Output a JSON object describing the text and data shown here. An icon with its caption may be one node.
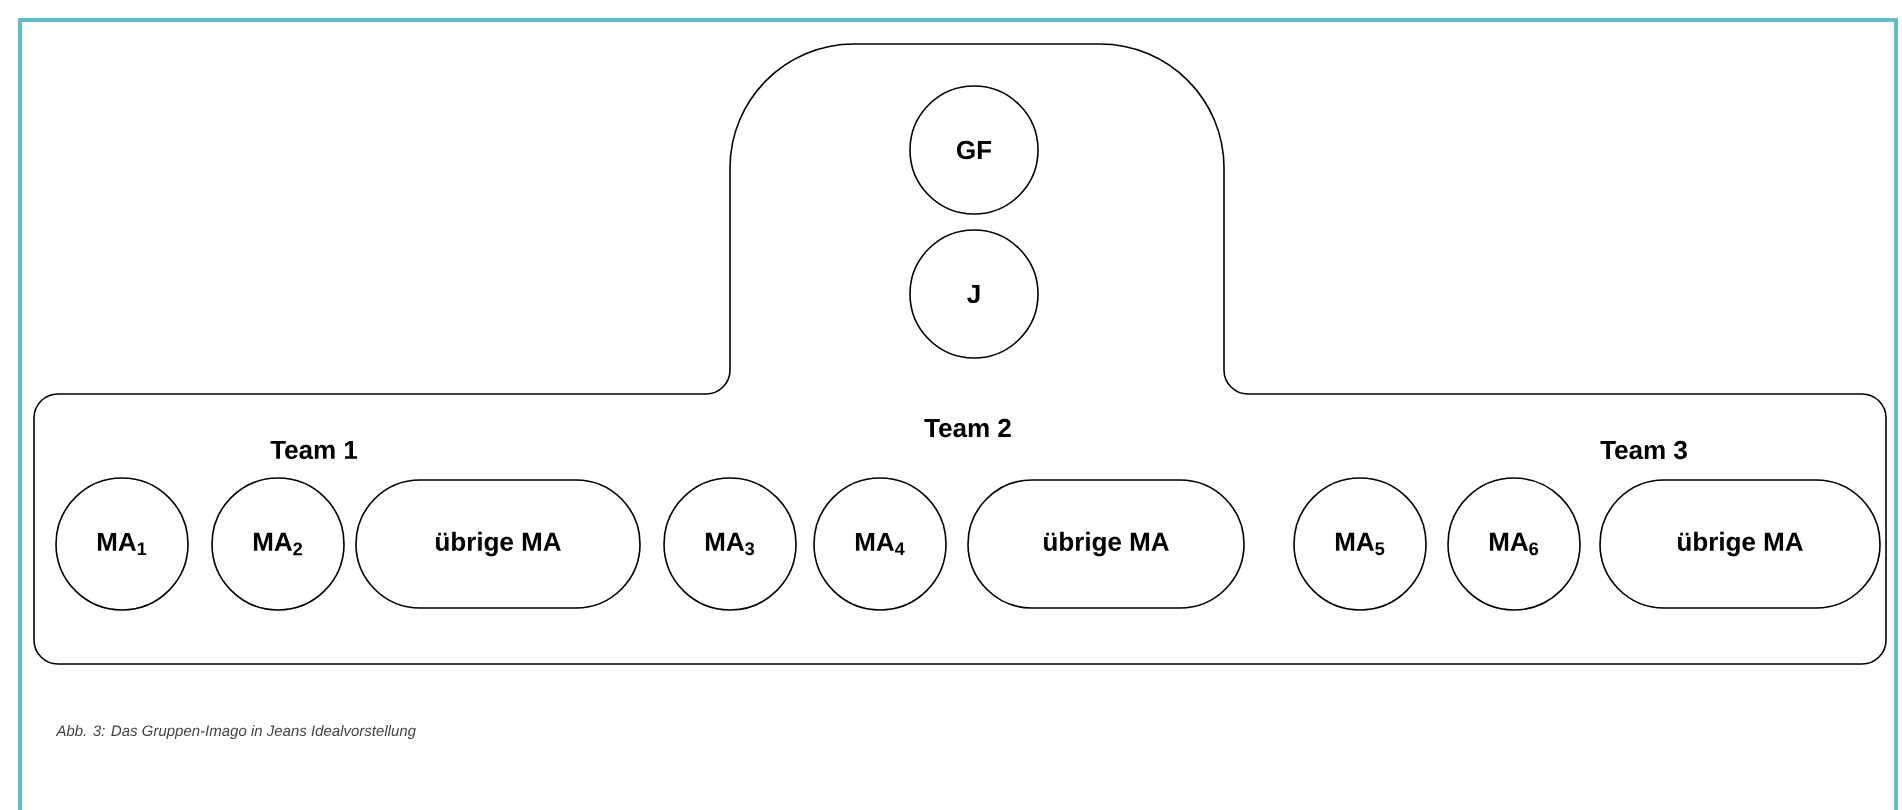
{
  "diagram": {
    "caption": "Abb. 3: Das Gruppen-Imago in Jeans Idealvorstellung",
    "nodes": [
      {
        "text": [
          "Team 1",
          "Team 2",
          "Team 3"
        ]
      },
      {
        "text": [
          "GF"
        ],
        "in": 0
      },
      {
        "text": [
          "J"
        ],
        "in": 0
      },
      {
        "text": [
          "MA$_{1}$"
        ],
        "in": 0
      },
      {
        "text": [
          "MA$_{2}$"
        ],
        "in": 0
      },
      {
        "text": [
          "übrige MA"
        ],
        "in": 0
      },
      {
        "text": [
          "MA$_{3}$"
        ],
        "in": 0
      },
      {
        "text": [
          "MA$_{4}$"
        ],
        "in": 0
      },
      {
        "text": [
          "übrige MA"
        ],
        "in": 0
      },
      {
        "text": [
          "MA$_{5}$"
        ],
        "in": 0
      },
      {
        "text": [
          "MA$_{6}$"
        ],
        "in": 0
      },
      {
        "text": [
          "übrige MA"
        ],
        "in": 0
      }
    ],
    "edges": []
  }
}
